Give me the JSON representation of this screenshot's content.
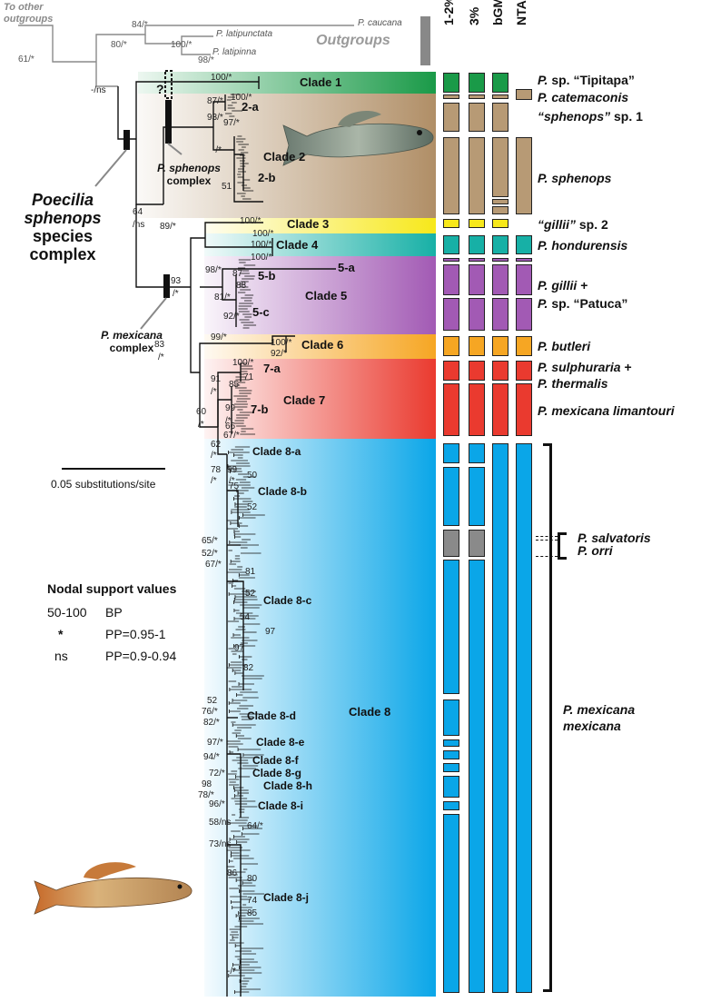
{
  "outgroup": {
    "to_other": [
      "To other",
      "outgroups"
    ],
    "caucana": "P. caucana",
    "latipunctata": "P. latipunctata",
    "latipinna": "P. latipinna",
    "title": "Outgroups"
  },
  "columns": [
    "1-2%",
    "3%",
    "bGMYC",
    "NTAX"
  ],
  "clades": [
    {
      "label": "Clade 1",
      "color": "#1a9a48"
    },
    {
      "label": "Clade 2",
      "color": "#b79a75"
    },
    {
      "label": "Clade 3",
      "color": "#f7e81a"
    },
    {
      "label": "Clade 4",
      "color": "#17b0a6"
    },
    {
      "label": "Clade 5",
      "color": "#a25ab4"
    },
    {
      "label": "Clade 6",
      "color": "#f6a623"
    },
    {
      "label": "Clade 7",
      "color": "#ea3a2f"
    },
    {
      "label": "Clade 8",
      "color": "#0aa6e8"
    }
  ],
  "subclades": [
    "2-a",
    "2-b",
    "5-a",
    "5-b",
    "5-c",
    "7-a",
    "7-b",
    "Clade 8-a",
    "Clade 8-b",
    "Clade 8-c",
    "Clade 8-d",
    "Clade 8-e",
    "Clade 8-f",
    "Clade 8-g",
    "Clade 8-h",
    "Clade 8-i",
    "Clade 8-j"
  ],
  "species": [
    {
      "prefix": "P.",
      "rest": " sp. “Tipitapa”"
    },
    {
      "prefix": "P. catemaconis",
      "rest": ""
    },
    {
      "prefix": "“sphenops”",
      "rest": " sp. 1"
    },
    {
      "prefix": "P. sphenops",
      "rest": ""
    },
    {
      "prefix": "“gillii”",
      "rest": " sp. 2"
    },
    {
      "prefix": "P. hondurensis",
      "rest": ""
    },
    {
      "prefix": "P. gillii",
      "rest": " +"
    },
    {
      "prefix": "P.",
      "rest": " sp. “Patuca”"
    },
    {
      "prefix": "P. butleri",
      "rest": ""
    },
    {
      "prefix": "P. sulphuraria",
      "rest": " +"
    },
    {
      "prefix": "P. thermalis",
      "rest": ""
    },
    {
      "prefix": "P. mexicana limantouri",
      "rest": ""
    },
    {
      "prefix": "P. salvatoris",
      "rest": ""
    },
    {
      "prefix": "P. orri",
      "rest": ""
    },
    {
      "prefix": "P. mexicana",
      "rest": ""
    },
    {
      "prefix": "mexicana",
      "rest": ""
    }
  ],
  "complex": {
    "poecilia": [
      "Poecilia",
      "sphenops"
    ],
    "species_complex": [
      "species",
      "complex"
    ],
    "sphenops_complex": [
      "P. sphenops",
      "complex"
    ],
    "mexicana_complex": [
      "P. mexicana",
      "complex"
    ],
    "question": "?"
  },
  "support": [
    "84/*",
    "80/*",
    "100/*",
    "98/*",
    "61/*",
    "-/ns",
    "100/*",
    "87/*",
    "100/*",
    "93/*",
    "97/*",
    "-/*",
    "51",
    "64",
    "/ns",
    "89/*",
    "100/*",
    "100/*",
    "100/*",
    "100/*",
    "98/*",
    "87",
    "88",
    "81/*",
    "92/*",
    "93",
    "/*",
    "83",
    "/*",
    "99/*",
    "100/*",
    "92/*",
    "100/*",
    "71",
    "91",
    "/*",
    "85",
    "99",
    "/*",
    "66",
    "67/*",
    "60",
    "/*",
    "62",
    "/*",
    "78",
    "/*",
    "99",
    "/*",
    "50",
    "75",
    "52",
    "65/*",
    "52/*",
    "67/*",
    "81",
    "52",
    "54",
    "97",
    "97",
    "82",
    "52",
    "76/*",
    "82/*",
    "97/*",
    "94/*",
    "72/*",
    "98",
    "78/*",
    "96/*",
    "58/ns",
    "64/*",
    "73/ns",
    "86",
    "80",
    "74",
    "85",
    "-/*"
  ],
  "scale": "0.05 substitutions/site",
  "legend": {
    "title": "Nodal support values",
    "rows": [
      {
        "key": "50-100",
        "value": "BP"
      },
      {
        "key": "*",
        "value": "PP=0.95-1"
      },
      {
        "key": "ns",
        "value": "PP=0.9-0.94"
      }
    ]
  }
}
